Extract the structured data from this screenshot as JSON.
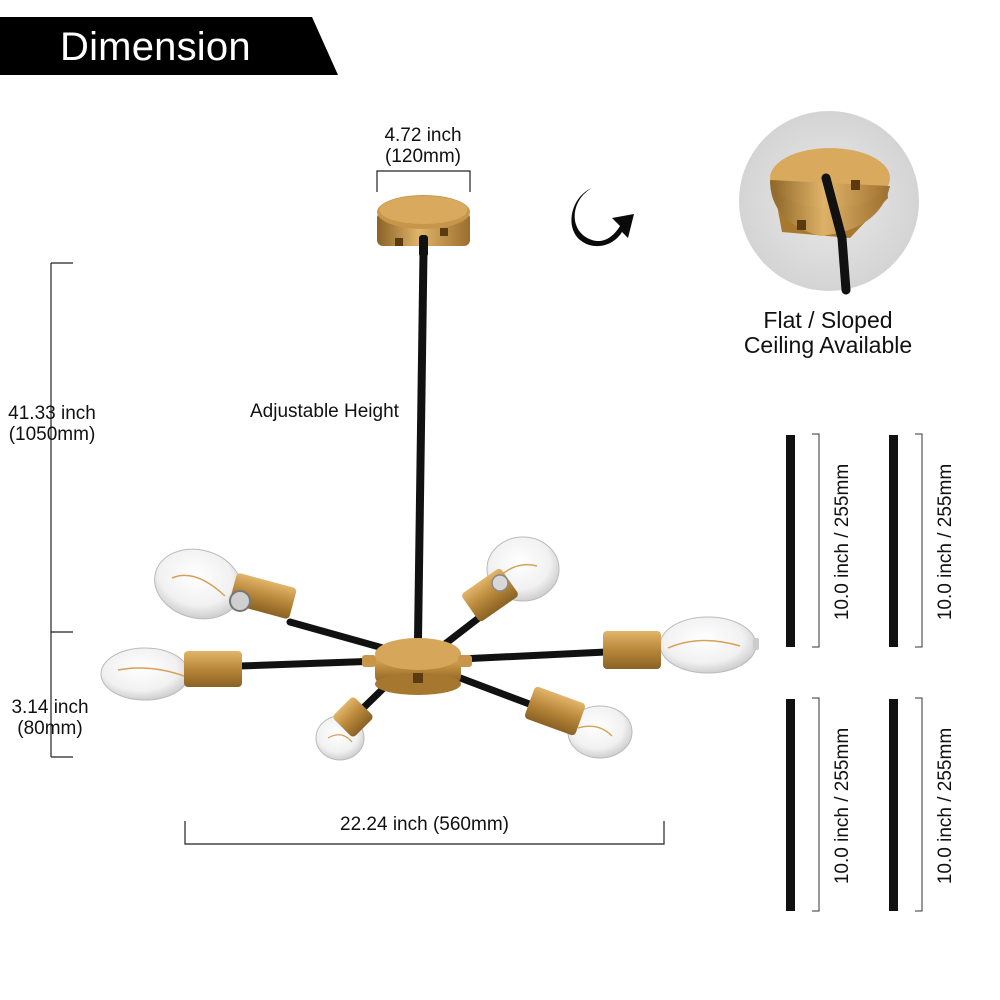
{
  "banner": {
    "title": "Dimension"
  },
  "canopy_width": {
    "inch": "4.72 inch",
    "mm": "(120mm)"
  },
  "overall_height": {
    "inch": "41.33 inch",
    "mm": "(1050mm)"
  },
  "body_height": {
    "inch": "3.14 inch",
    "mm": "(80mm)"
  },
  "overall_width": "22.24 inch (560mm)",
  "adjustable_height_label": "Adjustable Height",
  "ceiling_note": {
    "line1": "Flat / Sloped",
    "line2": "Ceiling Available"
  },
  "rods": [
    {
      "label": "10.0 inch / 255mm"
    },
    {
      "label": "10.0 inch / 255mm"
    },
    {
      "label": "10.0 inch / 255mm"
    },
    {
      "label": "10.0 inch / 255mm"
    }
  ],
  "colors": {
    "brass": "#b8873a",
    "black": "#111111",
    "banner": "#000000"
  }
}
